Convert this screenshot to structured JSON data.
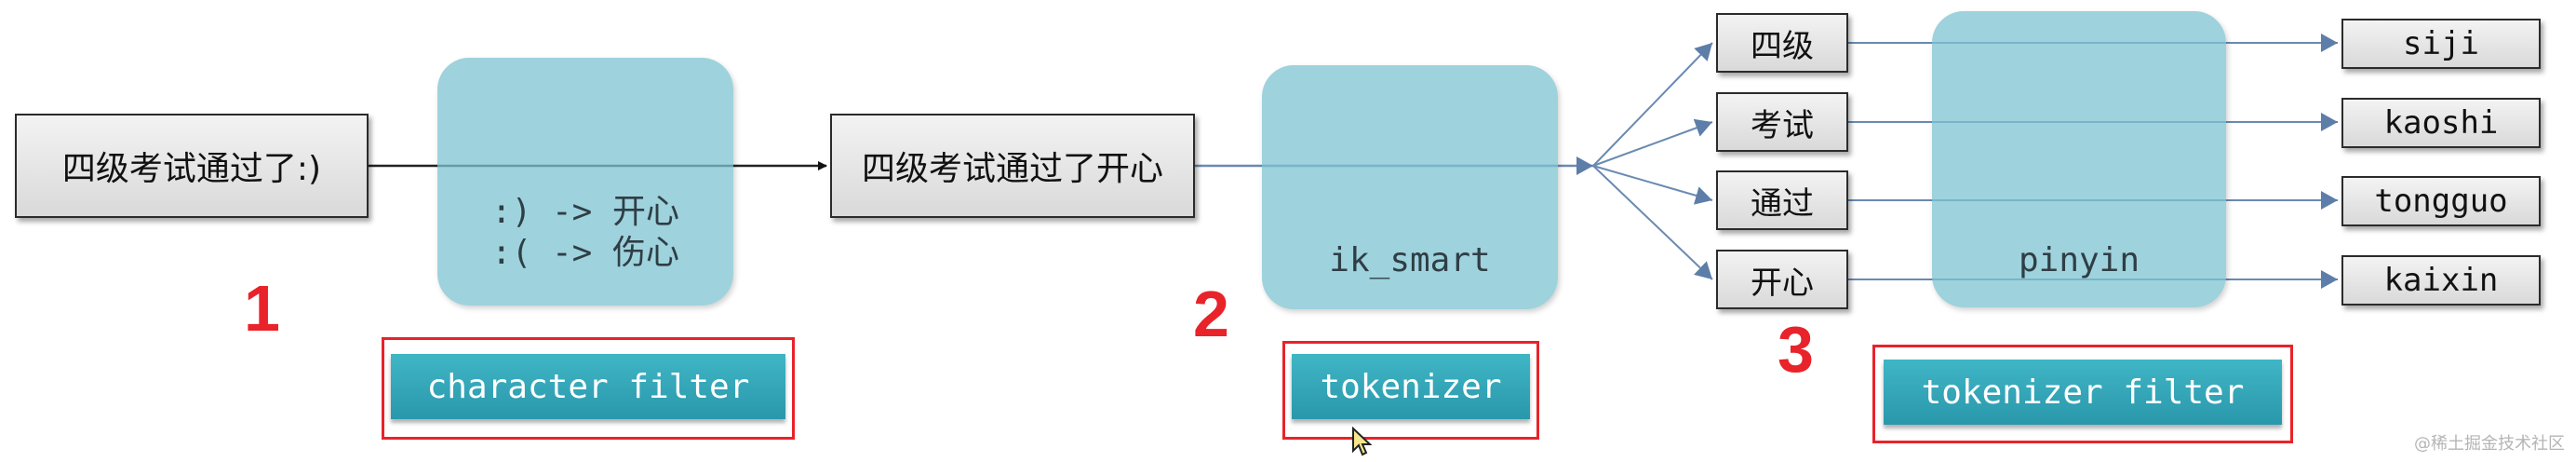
{
  "input": "四级考试通过了:)",
  "char_filter": {
    "rules": [
      ":) -> 开心",
      ":( -> 伤心"
    ],
    "label": "character filter",
    "step": "1"
  },
  "filtered_text": "四级考试通过了开心",
  "tokenizer": {
    "name": "ik_smart",
    "label": "tokenizer",
    "step": "2"
  },
  "tokens": [
    "四级",
    "考试",
    "通过",
    "开心"
  ],
  "token_filter": {
    "name": "pinyin",
    "label": "tokenizer filter",
    "step": "3"
  },
  "outputs": [
    "siji",
    "kaoshi",
    "tongguo",
    "kaixin"
  ],
  "watermark": "@稀土掘金技术社区"
}
